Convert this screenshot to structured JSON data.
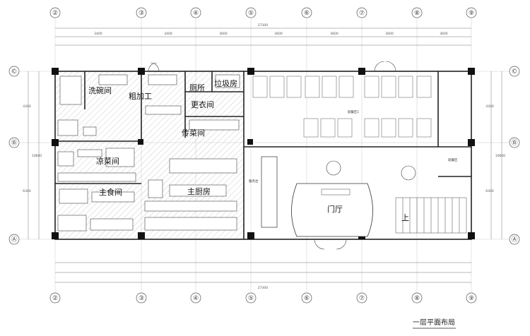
{
  "axes": {
    "columns": [
      "②",
      "③",
      "④",
      "⑤",
      "⑥",
      "⑦",
      "⑧",
      "⑨"
    ],
    "rows": [
      "©",
      "Ⓑ",
      "Ⓐ"
    ]
  },
  "dimensions": {
    "total": "27300",
    "top_segments": [
      "3400",
      "3400",
      "3600",
      "3600",
      "3600",
      "3600",
      "3600"
    ],
    "left_segments": [
      "4300",
      "6300"
    ],
    "right_segments": [
      "4300",
      "6300"
    ],
    "total_height": "10600"
  },
  "rooms": {
    "dishwashing": "洗碗间",
    "rough_processing": "粗加工",
    "toilet": "厕所",
    "garbage": "垃圾房",
    "changing": "更衣间",
    "serving": "传菜间",
    "cold_dish": "凉菜间",
    "staple": "主食间",
    "main_kitchen": "主厨房",
    "dining_small": "就餐区",
    "lobby": "门厅",
    "stairs_up": "上",
    "counter": "服务台",
    "hall": "就餐区1"
  },
  "caption": "一层平面布局"
}
